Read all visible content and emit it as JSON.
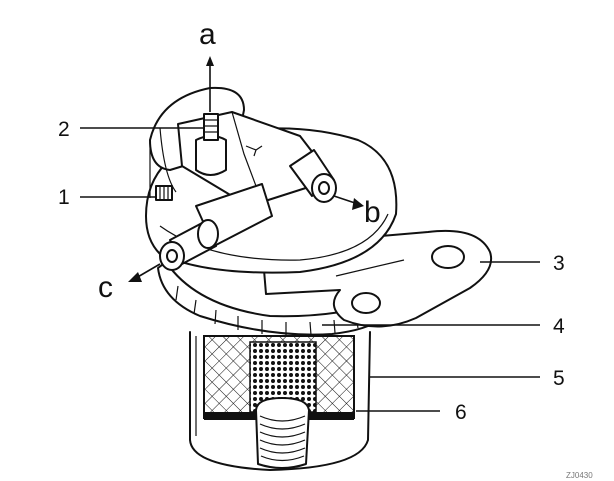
{
  "labels": {
    "flow_a": "a",
    "flow_b": "b",
    "flow_c": "c",
    "part_1": "1",
    "part_2": "2",
    "part_3": "3",
    "part_4": "4",
    "part_5": "5",
    "part_6": "6",
    "figure_code": "ZJ0430"
  },
  "colors": {
    "outline": "#111111",
    "background": "#ffffff"
  }
}
